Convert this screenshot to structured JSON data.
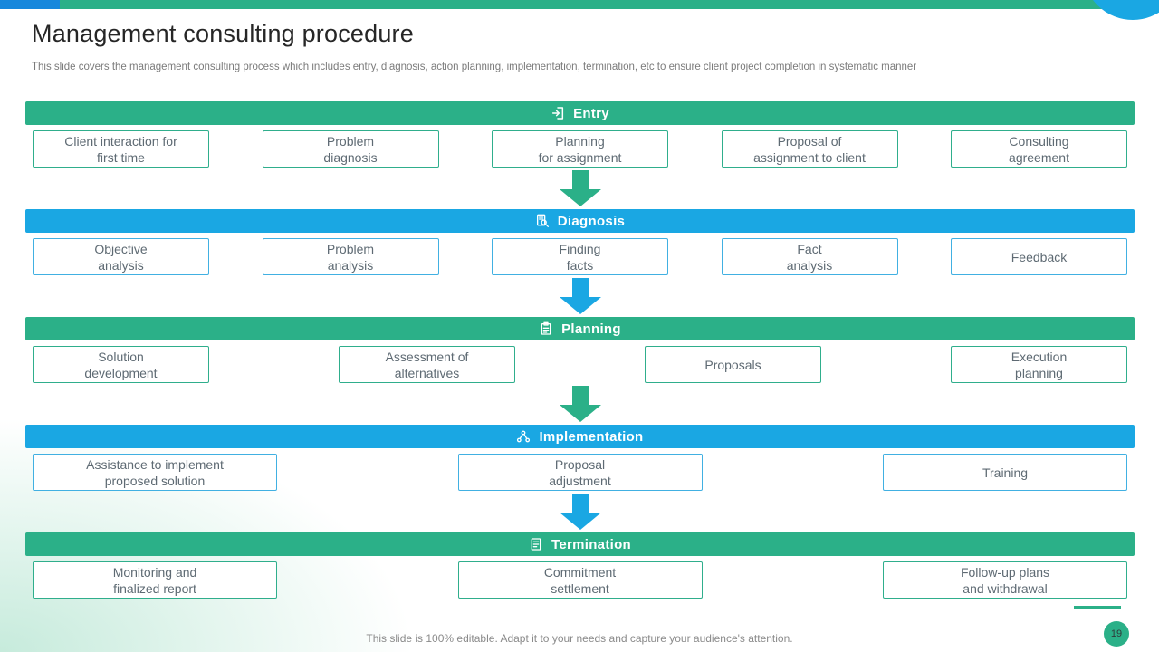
{
  "slide": {
    "title": "Management consulting procedure",
    "subtitle": "This slide covers the management consulting process which includes entry, diagnosis, action planning, implementation, termination, etc to ensure client project completion in systematic manner",
    "footer": "This slide is 100% editable. Adapt it to your needs and capture your audience's attention.",
    "page_number": "19"
  },
  "colors": {
    "green": "#2BB088",
    "blue": "#1AA7E3",
    "top_bar_accent_blue": "#1787DC",
    "box_text_gray": "#5E6A73"
  },
  "phases": [
    {
      "label": "Entry",
      "icon": "door-entry-icon",
      "theme": "green",
      "arrow_after": "green",
      "items": [
        [
          "Client interaction for",
          "first time"
        ],
        [
          "Problem",
          "diagnosis"
        ],
        [
          "Planning",
          "for assignment"
        ],
        [
          "Proposal of",
          "assignment to client"
        ],
        [
          "Consulting",
          "agreement"
        ]
      ]
    },
    {
      "label": "Diagnosis",
      "icon": "document-search-icon",
      "theme": "blue",
      "arrow_after": "blue",
      "items": [
        [
          "Objective",
          "analysis"
        ],
        [
          "Problem",
          "analysis"
        ],
        [
          "Finding",
          "facts"
        ],
        [
          "Fact",
          "analysis"
        ],
        [
          "Feedback"
        ]
      ]
    },
    {
      "label": "Planning",
      "icon": "clipboard-list-icon",
      "theme": "green",
      "arrow_after": "green",
      "items": [
        [
          "Solution",
          "development"
        ],
        [
          "Assessment of",
          "alternatives"
        ],
        [
          "Proposals"
        ],
        [
          "Execution",
          "planning"
        ]
      ]
    },
    {
      "label": "Implementation",
      "icon": "process-nodes-icon",
      "theme": "blue",
      "arrow_after": "blue",
      "items": [
        [
          "Assistance to implement",
          "proposed solution"
        ],
        [
          "Proposal",
          "adjustment"
        ],
        [
          "Training"
        ]
      ]
    },
    {
      "label": "Termination",
      "icon": "document-lines-icon",
      "theme": "green",
      "items": [
        [
          "Monitoring and",
          "finalized report"
        ],
        [
          "Commitment",
          "settlement"
        ],
        [
          "Follow-up plans",
          "and withdrawal"
        ]
      ]
    }
  ]
}
